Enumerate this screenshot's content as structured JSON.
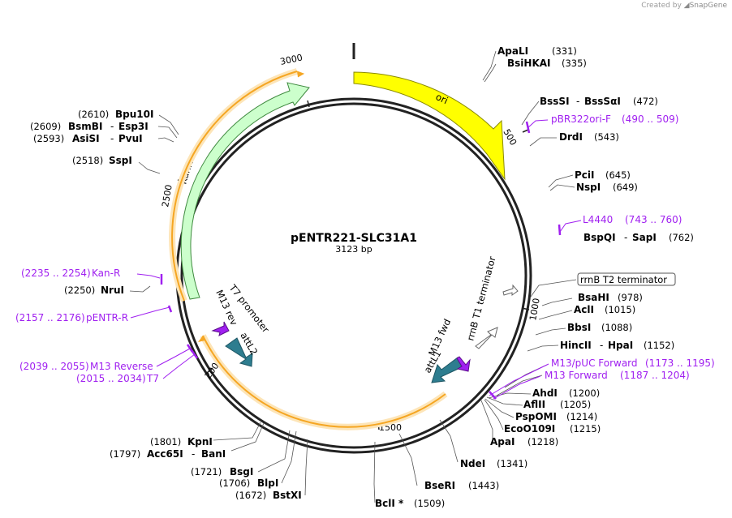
{
  "credit": {
    "prefix": "Created by",
    "brand": "SnapGene"
  },
  "plasmid": {
    "name": "pENTR221-SLC31A1",
    "size": "3123 bp"
  },
  "colors": {
    "ori": "#ffff00",
    "kanr": "#ccffcc",
    "orange": "#f5a623",
    "teal": "#2e7d8f",
    "primer": "#a020f0",
    "backbone": "#222222"
  },
  "ticks": [
    "500",
    "1000",
    "1500",
    "2000",
    "2500",
    "3000"
  ],
  "features": {
    "ori": "ori",
    "kanr": "KanR",
    "t7": "T7 promoter",
    "m13rev": "M13 rev",
    "attl2": "attL2",
    "m13fwd": "M13 fwd",
    "attl1": "attL1",
    "rrnbt1": "rrnB T1 terminator",
    "rrnbt2": "rrnB T2 terminator"
  },
  "sites": [
    {
      "id": "apali",
      "name": "ApaLI",
      "name2": "",
      "pos": "(331)"
    },
    {
      "id": "bsihkai",
      "name": "BsiHKAI",
      "name2": "",
      "pos": "(335)"
    },
    {
      "id": "bsssi",
      "name": "BssSI",
      "name2": "BssSαI",
      "pos": "(472)"
    },
    {
      "id": "drdi",
      "name": "DrdI",
      "name2": "",
      "pos": "(543)"
    },
    {
      "id": "pcii",
      "name": "PciI",
      "name2": "",
      "pos": "(645)"
    },
    {
      "id": "nspi",
      "name": "NspI",
      "name2": "",
      "pos": "(649)"
    },
    {
      "id": "bspqi",
      "name": "BspQI",
      "name2": "SapI",
      "pos": "(762)"
    },
    {
      "id": "bsahi",
      "name": "BsaHI",
      "name2": "",
      "pos": "(978)"
    },
    {
      "id": "acli",
      "name": "AclI",
      "name2": "",
      "pos": "(1015)"
    },
    {
      "id": "bbsi",
      "name": "BbsI",
      "name2": "",
      "pos": "(1088)"
    },
    {
      "id": "hincii",
      "name": "HincII",
      "name2": "HpaI",
      "pos": "(1152)"
    },
    {
      "id": "ahdi",
      "name": "AhdI",
      "name2": "",
      "pos": "(1200)"
    },
    {
      "id": "aflii",
      "name": "AflII",
      "name2": "",
      "pos": "(1205)"
    },
    {
      "id": "pspomi",
      "name": "PspOMI",
      "name2": "",
      "pos": "(1214)"
    },
    {
      "id": "ecoo109i",
      "name": "EcoO109I",
      "name2": "",
      "pos": "(1215)"
    },
    {
      "id": "apai",
      "name": "ApaI",
      "name2": "",
      "pos": "(1218)"
    },
    {
      "id": "ndei",
      "name": "NdeI",
      "name2": "",
      "pos": "(1341)"
    },
    {
      "id": "bseri",
      "name": "BseRI",
      "name2": "",
      "pos": "(1443)"
    },
    {
      "id": "bcli",
      "name": "BclI *",
      "name2": "",
      "pos": "(1509)"
    },
    {
      "id": "bstxi",
      "name": "BstXI",
      "name2": "",
      "pos": "(1672)"
    },
    {
      "id": "blpi",
      "name": "BlpI",
      "name2": "",
      "pos": "(1706)"
    },
    {
      "id": "bsgi",
      "name": "BsgI",
      "name2": "",
      "pos": "(1721)"
    },
    {
      "id": "acc65i",
      "name": "Acc65I",
      "name2": "BanI",
      "pos": "(1797)"
    },
    {
      "id": "kpni",
      "name": "KpnI",
      "name2": "",
      "pos": "(1801)"
    },
    {
      "id": "nrui",
      "name": "NruI",
      "name2": "",
      "pos": "(2250)"
    },
    {
      "id": "sspi",
      "name": "SspI",
      "name2": "",
      "pos": "(2518)"
    },
    {
      "id": "asisi",
      "name": "AsiSI",
      "name2": "PvuI",
      "pos": "(2593)"
    },
    {
      "id": "bsmbi",
      "name": "BsmBI",
      "name2": "Esp3I",
      "pos": "(2609)"
    },
    {
      "id": "bpu10i",
      "name": "Bpu10I",
      "name2": "",
      "pos": "(2610)"
    }
  ],
  "primers": [
    {
      "id": "pbr322",
      "name": "pBR322ori-F",
      "range": "(490 .. 509)"
    },
    {
      "id": "l4440",
      "name": "L4440",
      "range": "(743 .. 760)"
    },
    {
      "id": "m13puc",
      "name": "M13/pUC Forward",
      "range": "(1173 .. 1195)"
    },
    {
      "id": "m13f",
      "name": "M13 Forward",
      "range": "(1187 .. 1204)"
    },
    {
      "id": "kanr_p",
      "name": "Kan-R",
      "range": "(2235 .. 2254)"
    },
    {
      "id": "pentr",
      "name": "pENTR-R",
      "range": "(2157 .. 2176)"
    },
    {
      "id": "m13r",
      "name": "M13 Reverse",
      "range": "(2039 .. 2055)"
    },
    {
      "id": "t7p",
      "name": "T7",
      "range": "(2015 .. 2034)"
    }
  ]
}
